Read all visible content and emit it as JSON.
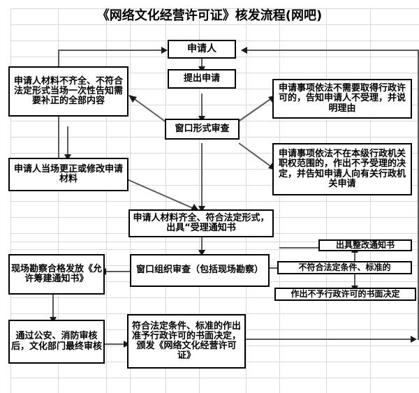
{
  "title": "《网络文化经营许可证》核发流程(网吧)",
  "nodes": {
    "applicant": "申请人",
    "submit": "提出申请",
    "window_form_review": "窗口形式审查",
    "incomplete_notice": "申请人材料不齐全、不符合法定形式当场一次性告知需要补正的全部内容",
    "no_permit_needed": "申请事项依法不需要取得行政许可的，告知申请人不受理，并说明理由",
    "applicant_correct": "申请人当场更正或修改申请材料",
    "not_in_jurisdiction": "申请事项依法不在本级行政机关职权范围的，作出不予受理的决定，并告知申请人向有关行政机关申请",
    "accept_notice": "申请人材料齐全、符合法定形式，出具“受理通知书",
    "window_organize_review": "窗口组织审查（包括现场勘察）",
    "site_survey_pass": "现场勘察合格发放《允许筹建通知书》",
    "rectification_notice": "出具整改通知书",
    "not_conform": "不符合法定条件、标准的",
    "written_refusal": "作出不予行政许可的书面决定",
    "final_review": "通过公安、消防审核后，文化部门最终审核",
    "grant_license": "符合法定条件、标准的作出准予行政许可的书面决定，颁发《网络文化经营许可证》"
  },
  "style": {
    "box_border": "#000000",
    "connector": "#595959",
    "gridline": "#d9d9d9",
    "text": "#000000",
    "background": "#ffffff"
  },
  "grid": {
    "columns_x": [
      15,
      83,
      152,
      186,
      237,
      285,
      352,
      400,
      467,
      530
    ],
    "rows_y": [
      12,
      35,
      58,
      81,
      104,
      127,
      150,
      173,
      196,
      219,
      242,
      265,
      288,
      311,
      334,
      346,
      357,
      380,
      403,
      426,
      449,
      472,
      495,
      518,
      541
    ]
  }
}
